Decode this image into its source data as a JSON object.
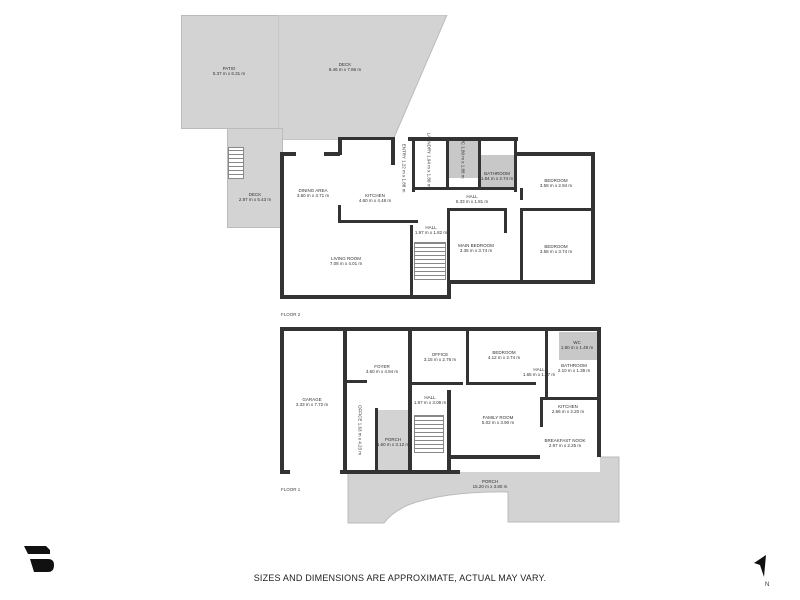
{
  "floors": [
    {
      "label": "FLOOR 2",
      "rooms": [
        {
          "name": "PATIO",
          "dims": "5.37 m x 6.31 m"
        },
        {
          "name": "DECK",
          "dims": "8.46 m x 7.86 m"
        },
        {
          "name": "DECK",
          "dims": "2.87 m x 5.43 m"
        },
        {
          "name": "DINING AREA",
          "dims": "3.60 m x 3.71 m"
        },
        {
          "name": "KITCHEN",
          "dims": "4.60 m x 4.48 m"
        },
        {
          "name": "ENTRY",
          "dims": "1.22 m x 1.88 m"
        },
        {
          "name": "LAUNDRY",
          "dims": "1.94 m x 1.80 m"
        },
        {
          "name": "WC",
          "dims": "1.80 m x 1.88 m"
        },
        {
          "name": "BATHROOM",
          "dims": "1.84 m x 2.74 m"
        },
        {
          "name": "BEDROOM",
          "dims": "3.58 m x 2.94 m"
        },
        {
          "name": "HALL",
          "dims": "5.33 m x 1.81 m"
        },
        {
          "name": "HALL",
          "dims": "1.97 m x 1.82 m"
        },
        {
          "name": "MAIN BEDROOM",
          "dims": "3.35 m x 3.74 m"
        },
        {
          "name": "BEDROOM",
          "dims": "3.58 m x 3.74 m"
        },
        {
          "name": "LIVING ROOM",
          "dims": "7.08 m x 4.01 m"
        }
      ]
    },
    {
      "label": "FLOOR 1",
      "rooms": [
        {
          "name": "GARAGE",
          "dims": "3.33 m x 7.72 m"
        },
        {
          "name": "FOYER",
          "dims": "3.60 m x 4.94 m"
        },
        {
          "name": "OFFICE",
          "dims": "3.15 m x 2.76 m"
        },
        {
          "name": "BEDROOM",
          "dims": "4.12 m x 2.74 m"
        },
        {
          "name": "WC",
          "dims": "1.80 m x 1.49 m"
        },
        {
          "name": "HALL",
          "dims": "1.65 m x 1.17 m"
        },
        {
          "name": "BATHROOM",
          "dims": "2.10 m x 1.38 m"
        },
        {
          "name": "HALL",
          "dims": "1.97 m x 3.08 m"
        },
        {
          "name": "OFFICE",
          "dims": "1.63 m x 4.23 m"
        },
        {
          "name": "PORCH",
          "dims": "1.60 m x 3.12 m"
        },
        {
          "name": "FAMILY ROOM",
          "dims": "5.02 m x 3.90 m"
        },
        {
          "name": "KITCHEN",
          "dims": "2.66 m x 2.20 m"
        },
        {
          "name": "BREAKFAST NOOK",
          "dims": "2.97 m x 2.25 m"
        },
        {
          "name": "PORCH",
          "dims": "15.20 m x 3.80 m"
        }
      ]
    }
  ],
  "footer": {
    "disclaimer": "SIZES AND DIMENSIONS ARE APPROXIMATE, ACTUAL MAY VARY."
  },
  "compass": {
    "label": "N"
  },
  "colors": {
    "outdoor": "#d3d3d3",
    "wall": "#333333",
    "bathroom_floor": "#c8c8c8"
  }
}
